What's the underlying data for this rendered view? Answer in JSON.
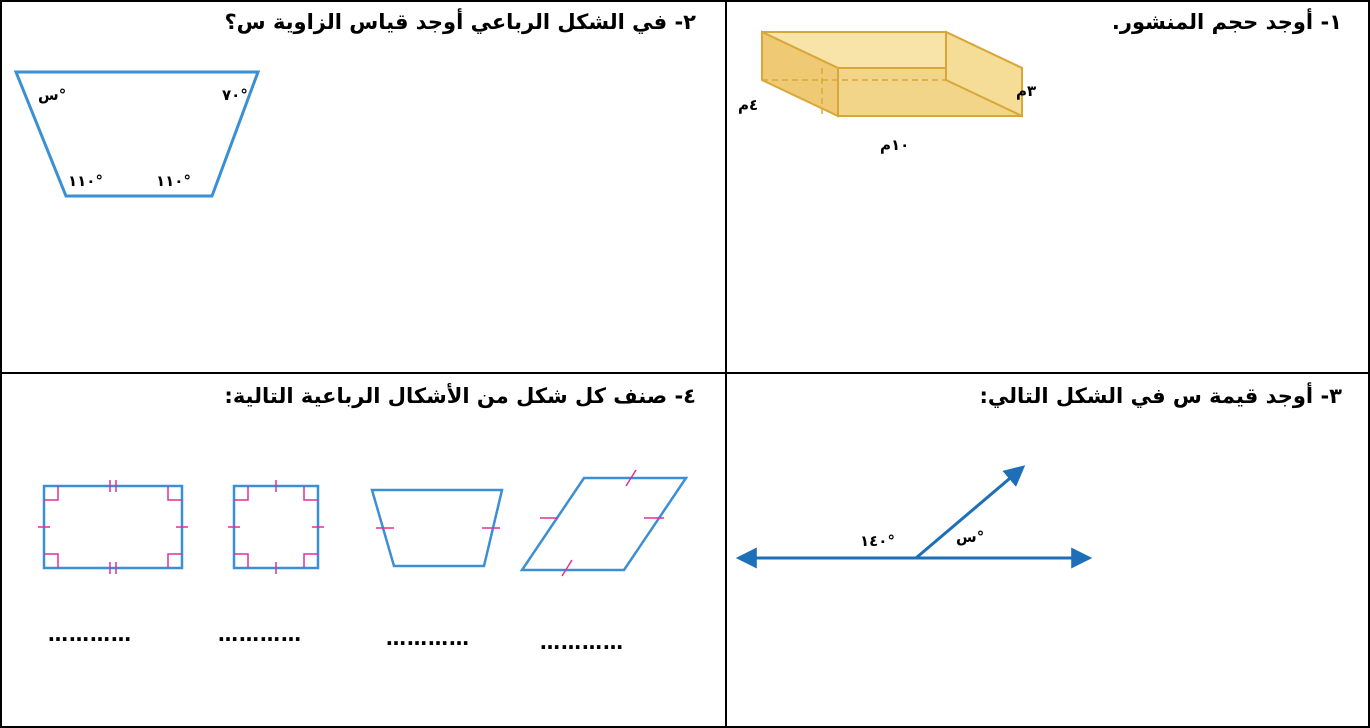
{
  "questions": {
    "q1": {
      "title": "١- أوجد حجم المنشور.",
      "labels": {
        "height": "٣م",
        "depth": "٤م",
        "length": "١٠م"
      }
    },
    "q2": {
      "title": "٢- في الشكل الرباعي أوجد قياس الزاوية س؟",
      "angles": {
        "top_left": "س°",
        "top_right": "٧٠°",
        "bottom_left": "١١٠°",
        "bottom_right": "١١٠°"
      }
    },
    "q3": {
      "title": "٣- أوجد قيمة س في الشكل التالي:",
      "angles": {
        "known": "١٤٠°",
        "unknown": "س°"
      }
    },
    "q4": {
      "title": "٤- صنف كل شكل من الأشكال الرباعية التالية:",
      "answer_blanks": [
        "…………",
        "…………",
        "…………",
        "…………"
      ]
    }
  },
  "colors": {
    "prism_fill": "#f3d58a",
    "prism_stroke": "#d8a73a",
    "shape_stroke": "#3b8fd4",
    "tick_mark": "#e0309a",
    "ray": "#1d6fb8"
  },
  "icons": [
    "prism-figure",
    "trapezoid-figure",
    "angle-rays-figure",
    "rectangle-figure",
    "square-figure",
    "parallelogram-figure"
  ]
}
